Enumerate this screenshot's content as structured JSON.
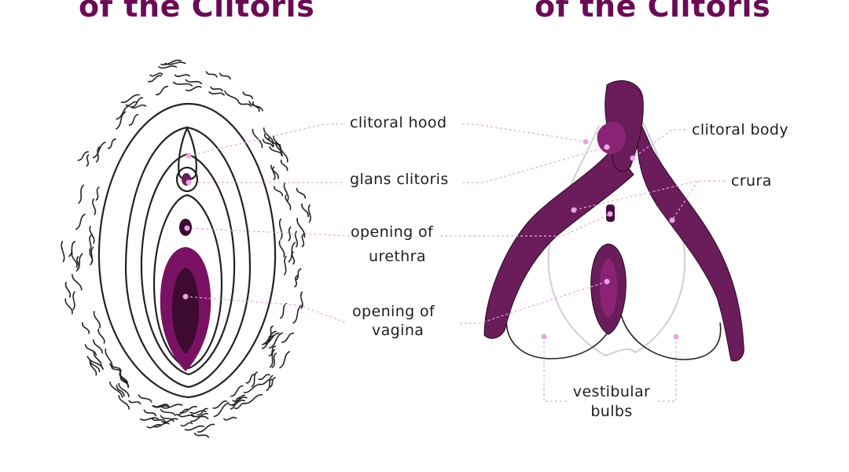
{
  "titles": {
    "left": "of the Clitoris",
    "right": "of the Clitoris"
  },
  "labels": {
    "clitoral_hood": "clitoral hood",
    "glans_clitoris": "glans clitoris",
    "opening_urethra_1": "opening of",
    "opening_urethra_2": "urethra",
    "opening_vagina_1": "opening of",
    "opening_vagina_2": "vagina",
    "clitoral_body": "clitoral body",
    "crura": "crura",
    "vestibular_1": "vestibular",
    "vestibular_2": "bulbs"
  },
  "colors": {
    "title": "#6b0a55",
    "organ": "#6a1d5a",
    "organ_light": "#8a2373",
    "organ_dark": "#3d0a30",
    "leader": "#e7a6e7",
    "outline": "#222222",
    "silhouette": "#cfcfcf"
  }
}
